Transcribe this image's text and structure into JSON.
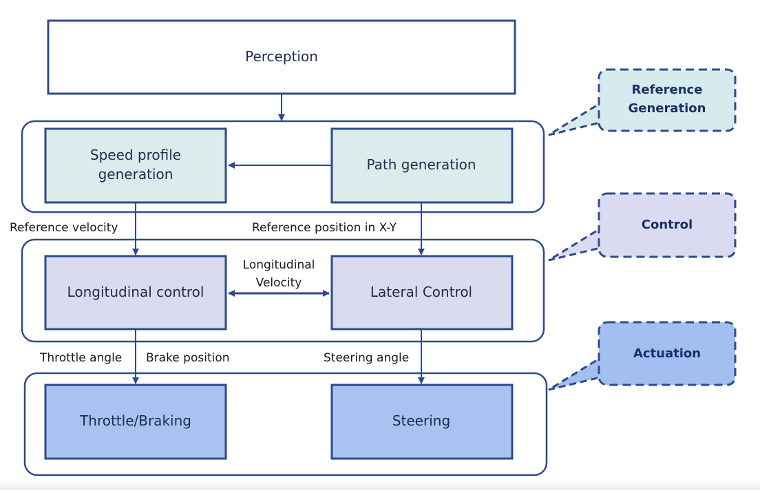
{
  "colors": {
    "stroke": "#2f4a8a",
    "reference_fill": "#dcecec",
    "control_fill": "#dadbee",
    "actuation_fill": "#a9c2f2",
    "callout_reference_fill": "#d6ebee",
    "callout_control_fill": "#dadbf0",
    "callout_actuation_fill": "#a3bff2"
  },
  "nodes": {
    "perception": "Perception",
    "speed_profile_line1": "Speed profile",
    "speed_profile_line2": "generation",
    "path_generation": "Path generation",
    "longitudinal_control": "Longitudinal control",
    "lateral_control": "Lateral Control",
    "throttle_braking": "Throttle/Braking",
    "steering": "Steering"
  },
  "edges": {
    "reference_velocity": "Reference velocity",
    "reference_position": "Reference position in X-Y",
    "longitudinal_velocity_line1": "Longitudinal",
    "longitudinal_velocity_line2": "Velocity",
    "throttle_angle": "Throttle angle",
    "brake_position": "Brake position",
    "steering_angle": "Steering angle"
  },
  "callouts": {
    "reference_line1": "Reference",
    "reference_line2": "Generation",
    "control": "Control",
    "actuation": "Actuation"
  }
}
